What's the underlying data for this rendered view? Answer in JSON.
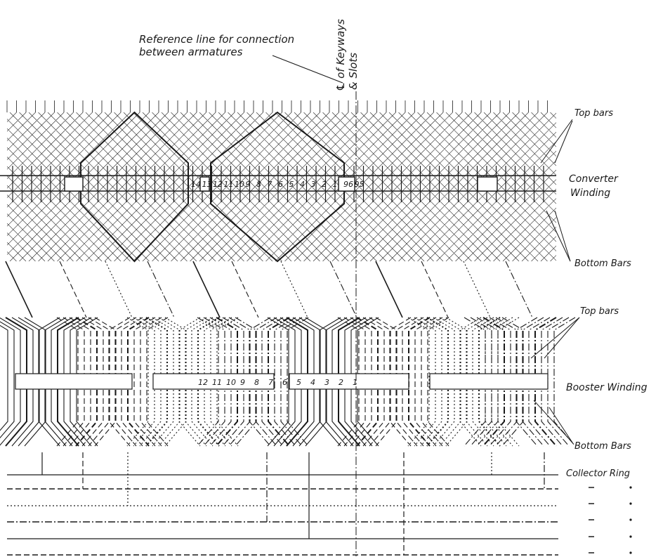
{
  "labels": {
    "reference_line_1": "Reference line for connection",
    "reference_line_2": "between armatures",
    "centerline_1": "℄ of Keyways",
    "centerline_2": "& Slots",
    "top_bars_upper": "Top bars",
    "converter_1": "Converter",
    "converter_2": "Winding",
    "bottom_bars_upper": "Bottom Bars",
    "top_bars_lower": "Top bars",
    "booster": "Booster Winding",
    "bottom_bars_lower": "Bottom Bars",
    "collector": "Collector Ring"
  },
  "converter_slot_numbers": [
    "14",
    "13",
    "12",
    "11",
    "10",
    "9",
    "8",
    "7",
    "6",
    "5",
    "4",
    "3",
    "2",
    "1",
    "96",
    "95"
  ],
  "booster_slot_numbers": [
    "12",
    "11",
    "10",
    "9",
    "8",
    "7",
    "6",
    "5",
    "4",
    "3",
    "2",
    "1"
  ],
  "ink_color": "#1a1a1a"
}
